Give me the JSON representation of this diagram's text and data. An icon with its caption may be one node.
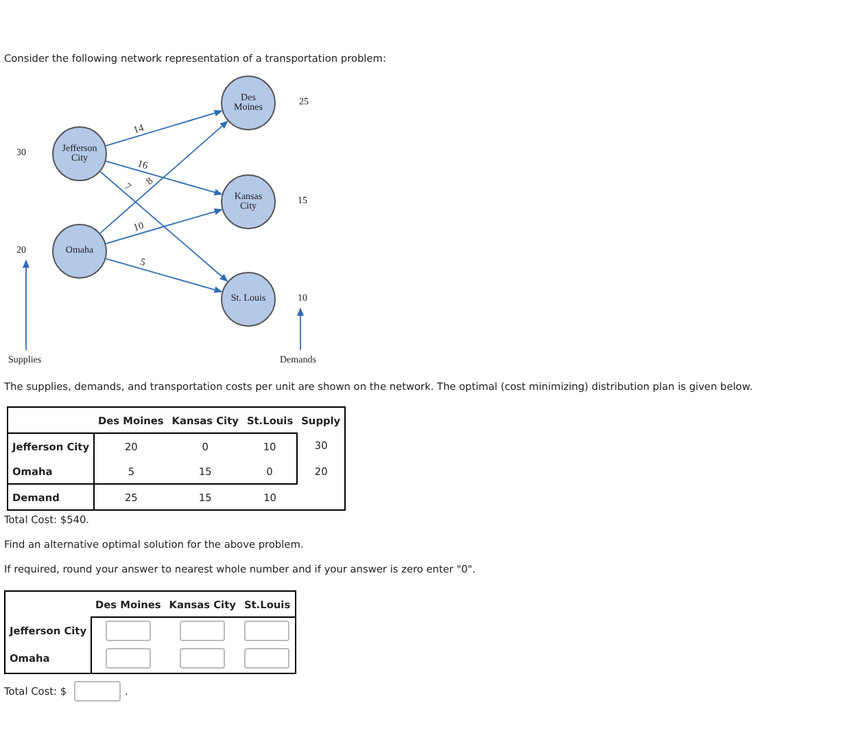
{
  "diagram": {
    "nodes": [
      {
        "text": [
          "Jefferson City"
        ],
        "beside": [
          "30"
        ]
      },
      {
        "text": [
          "Omaha"
        ],
        "beside": [
          "20"
        ]
      },
      {
        "text": [
          "Des Moines"
        ],
        "beside": [
          "25"
        ]
      },
      {
        "text": [
          "Kansas City"
        ],
        "beside": [
          "15"
        ]
      },
      {
        "text": [
          "St. Louis"
        ],
        "beside": [
          "10"
        ]
      }
    ],
    "edges": [
      {
        "from": 0,
        "to": 2,
        "arrow": "to",
        "label": "14"
      },
      {
        "from": 0,
        "to": 3,
        "arrow": "to",
        "label": "16"
      },
      {
        "from": 0,
        "to": 4,
        "arrow": "to",
        "label": "7"
      },
      {
        "from": 1,
        "to": 2,
        "arrow": "to",
        "label": "8"
      },
      {
        "from": 1,
        "to": 3,
        "arrow": "to",
        "label": "10"
      },
      {
        "from": 1,
        "to": 4,
        "arrow": "to",
        "label": "5"
      }
    ],
    "labels": [
      "Supplies",
      "Demands",
      "Consider the following network representation of a transportation problem:",
      "The supplies, demands, and transportation costs per unit are shown on the network. The optimal (cost minimizing) distribution plan is given below.",
      "Des Moines",
      "Kansas City",
      "St.Louis",
      "Supply",
      "Jefferson City",
      "20",
      "0",
      "10",
      "30",
      "Omaha",
      "5",
      "15",
      "0",
      "20",
      "Demand",
      "25",
      "15",
      "10",
      "Total Cost: $540.",
      "Find an alternative optimal solution for the above problem.",
      "If required, round your answer to nearest whole number and if your answer is zero enter \"0\".",
      "Des Moines",
      "Kansas City",
      "St.Louis",
      "Jefferson City",
      "Omaha",
      "Total Cost: $",
      "."
    ]
  }
}
